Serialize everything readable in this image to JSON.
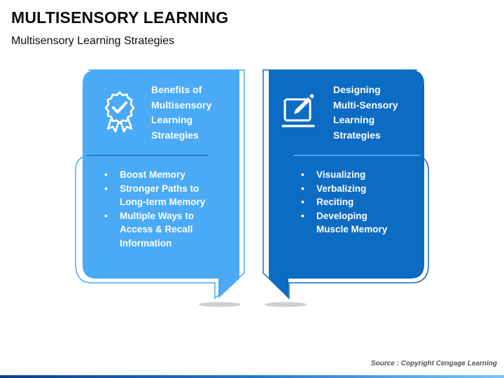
{
  "header": {
    "title": "MULTISENSORY LEARNING",
    "subtitle": "Multisensory Learning Strategies"
  },
  "cards": [
    {
      "title_lines": [
        "Benefits of",
        "Multisensory",
        "Learning",
        "Strategies"
      ],
      "icon": "award-badge-icon",
      "color": "#4aaaf6",
      "items": [
        "Boost Memory",
        "Stronger Paths to\nLong-term Memory",
        "Multiple Ways to\nAccess & Recall\nInformation"
      ]
    },
    {
      "title_lines": [
        "Designing",
        "Multi-Sensory",
        "Learning",
        "Strategies"
      ],
      "icon": "laptop-pen-icon",
      "color": "#0c6bc2",
      "items": [
        "Visualizing",
        "Verbalizing",
        "Reciting",
        "Developing\nMuscle Memory"
      ]
    }
  ],
  "footer": {
    "source": "Source : Copyright Cengage Learning"
  }
}
